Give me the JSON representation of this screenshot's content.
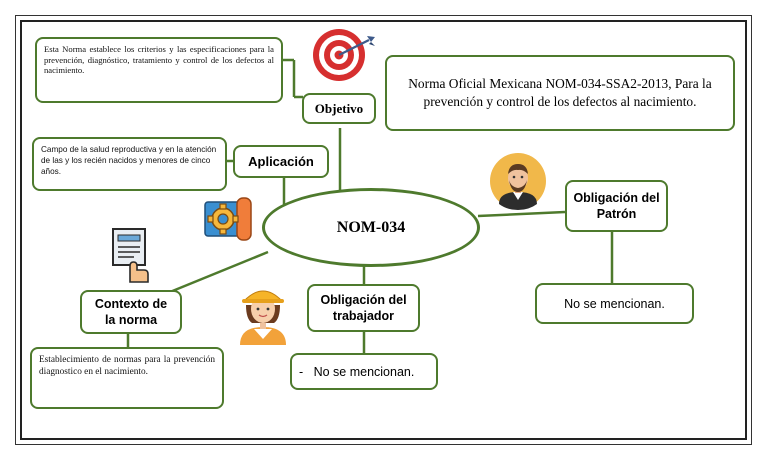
{
  "colors": {
    "border": "#4e7a2d",
    "frame": "#222222"
  },
  "center": {
    "label": "NOM-034"
  },
  "title_box": {
    "text": "Norma Oficial Mexicana NOM-034-SSA2-2013, Para la prevención y control de los defectos al nacimiento."
  },
  "objetivo": {
    "label": "Objetivo",
    "description": "Esta Norma establece los criterios y las especificaciones para la prevención, diagnóstico, tratamiento y control de los defectos al nacimiento."
  },
  "aplicacion": {
    "label": "Aplicación",
    "description": "Campo de la salud reproductiva y en la atención de las y los recién nacidos y menores de cinco años."
  },
  "contexto": {
    "label": "Contexto de la norma",
    "description": "Establecimiento de normas para la prevención diagnostico en el nacimiento."
  },
  "obligacion_trabajador": {
    "label": "Obligación del trabajador",
    "value": "-   No se mencionan."
  },
  "obligacion_patron": {
    "label": "Obligación del Patrón",
    "value": "No se mencionan."
  },
  "icons": [
    "target-icon",
    "gear-blueprint-icon",
    "document-hand-icon",
    "worker-woman-icon",
    "boss-man-icon"
  ]
}
